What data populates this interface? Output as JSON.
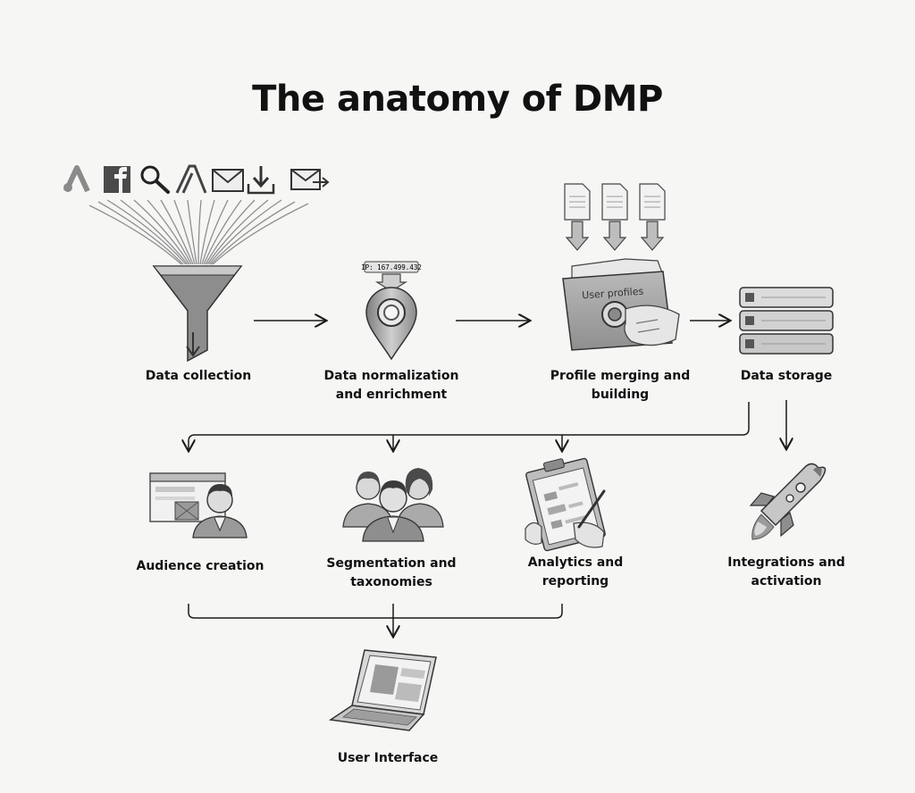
{
  "title": "The anatomy of DMP",
  "colors": {
    "background": "#f6f6f5",
    "ink": "#1a1a1a",
    "gray": "#9a9a9a",
    "light_gray": "#d6d6d6"
  },
  "source_icons": [
    "ads-logo-icon",
    "facebook-icon",
    "search-icon",
    "analytics-logo-icon",
    "mail-icon",
    "download-icon",
    "mail-forward-icon"
  ],
  "stages": {
    "collection": {
      "label": [
        "Data collection"
      ]
    },
    "normalization": {
      "label": [
        "Data normalization",
        "and enrichment"
      ],
      "ip_text": "IP: 167.499.432"
    },
    "profiles": {
      "label": [
        "Profile merging and",
        "building"
      ],
      "folder_text": "User profiles"
    },
    "storage": {
      "label": [
        "Data storage"
      ]
    },
    "audience": {
      "label": [
        "Audience creation"
      ]
    },
    "segmentation": {
      "label": [
        "Segmentation and",
        "taxonomies"
      ]
    },
    "analytics": {
      "label": [
        "Analytics and",
        "reporting"
      ]
    },
    "integrations": {
      "label": [
        "Integrations and",
        "activation"
      ]
    },
    "ui": {
      "label": [
        "User Interface"
      ]
    }
  }
}
